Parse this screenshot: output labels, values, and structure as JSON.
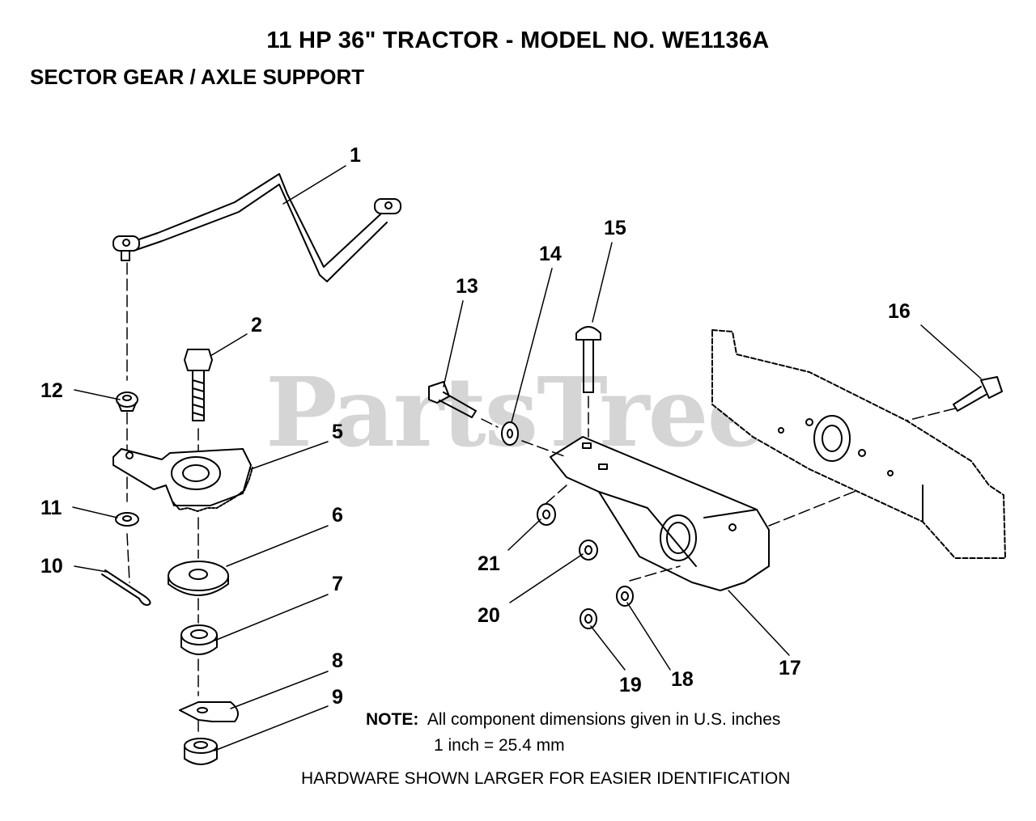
{
  "title": "11 HP 36\" TRACTOR - MODEL NO. WE1136A",
  "subtitle": "SECTOR GEAR / AXLE SUPPORT",
  "watermark": "PartsTree",
  "callouts": {
    "c1": "1",
    "c2": "2",
    "c5": "5",
    "c6": "6",
    "c7": "7",
    "c8": "8",
    "c9": "9",
    "c10": "10",
    "c11": "11",
    "c12": "12",
    "c13": "13",
    "c14": "14",
    "c15": "15",
    "c16": "16",
    "c17": "17",
    "c18": "18",
    "c19": "19",
    "c20": "20",
    "c21": "21"
  },
  "note": {
    "label": "NOTE:",
    "line1": "All component dimensions given in U.S. inches",
    "line2": "1 inch = 25.4 mm"
  },
  "footer": "HARDWARE SHOWN LARGER FOR EASIER IDENTIFICATION"
}
